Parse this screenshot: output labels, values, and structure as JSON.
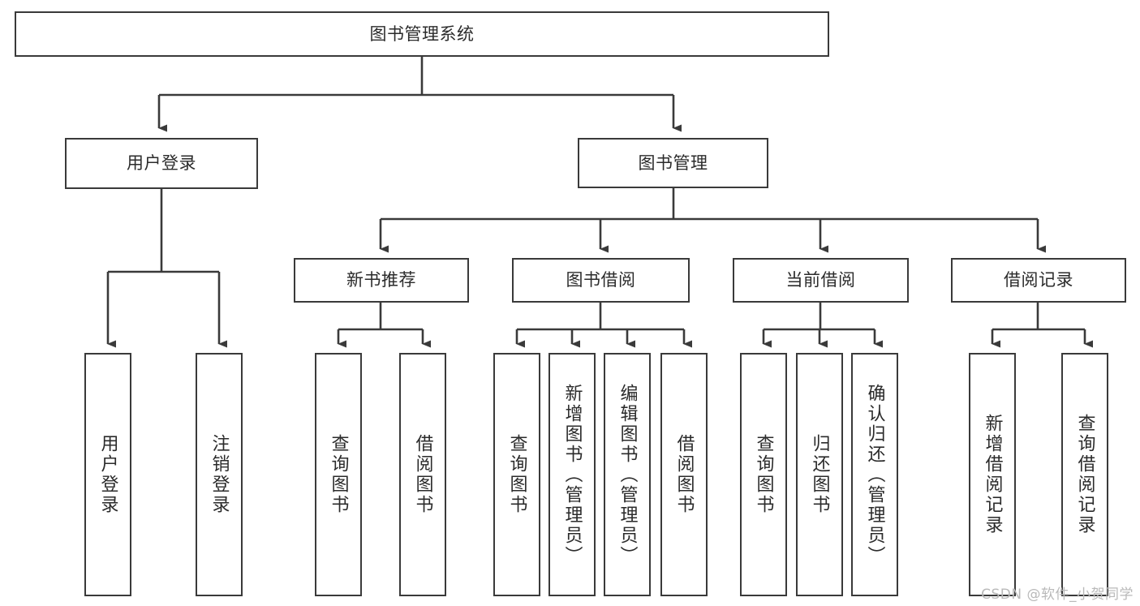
{
  "diagram": {
    "type": "tree-hierarchy-diagram",
    "title": "图书管理系统",
    "watermark": "CSDN @软件_小贺同学",
    "colors": {
      "box_border": "#3a3a3a",
      "box_fill": "#ffffff",
      "edge": "#3a3a3a",
      "text": "#2b2b2b",
      "watermark": "#b9b9b9",
      "background": "#ffffff"
    },
    "nodes": {
      "root": {
        "label": "图书管理系统"
      },
      "level2": [
        {
          "id": "user-login",
          "label": "用户登录"
        },
        {
          "id": "book-management",
          "label": "图书管理"
        }
      ],
      "level3": [
        {
          "id": "new-book-recommend",
          "label": "新书推荐"
        },
        {
          "id": "book-borrow",
          "label": "图书借阅"
        },
        {
          "id": "current-borrow",
          "label": "当前借阅"
        },
        {
          "id": "borrow-record",
          "label": "借阅记录"
        }
      ],
      "leaves": {
        "user_login": [
          {
            "id": "leaf-user-login",
            "label": "用户登录"
          },
          {
            "id": "leaf-logout-login",
            "label": "注销登录"
          }
        ],
        "new_book_recommend": [
          {
            "id": "leaf-query-book-1",
            "label": "查询图书"
          },
          {
            "id": "leaf-borrow-book-1",
            "label": "借阅图书"
          }
        ],
        "book_borrow": [
          {
            "id": "leaf-query-book-2",
            "label": "查询图书"
          },
          {
            "id": "leaf-add-book",
            "label": "新增图书（管理员）"
          },
          {
            "id": "leaf-edit-book",
            "label": "编辑图书（管理员）"
          },
          {
            "id": "leaf-borrow-book-2",
            "label": "借阅图书"
          }
        ],
        "current_borrow": [
          {
            "id": "leaf-query-book-3",
            "label": "查询图书"
          },
          {
            "id": "leaf-return-book",
            "label": "归还图书"
          },
          {
            "id": "leaf-confirm-return",
            "label": "确认归还（管理员）"
          }
        ],
        "borrow_record": [
          {
            "id": "leaf-add-record",
            "label": "新增借阅记录"
          },
          {
            "id": "leaf-query-record",
            "label": "查询借阅记录"
          }
        ]
      }
    }
  }
}
